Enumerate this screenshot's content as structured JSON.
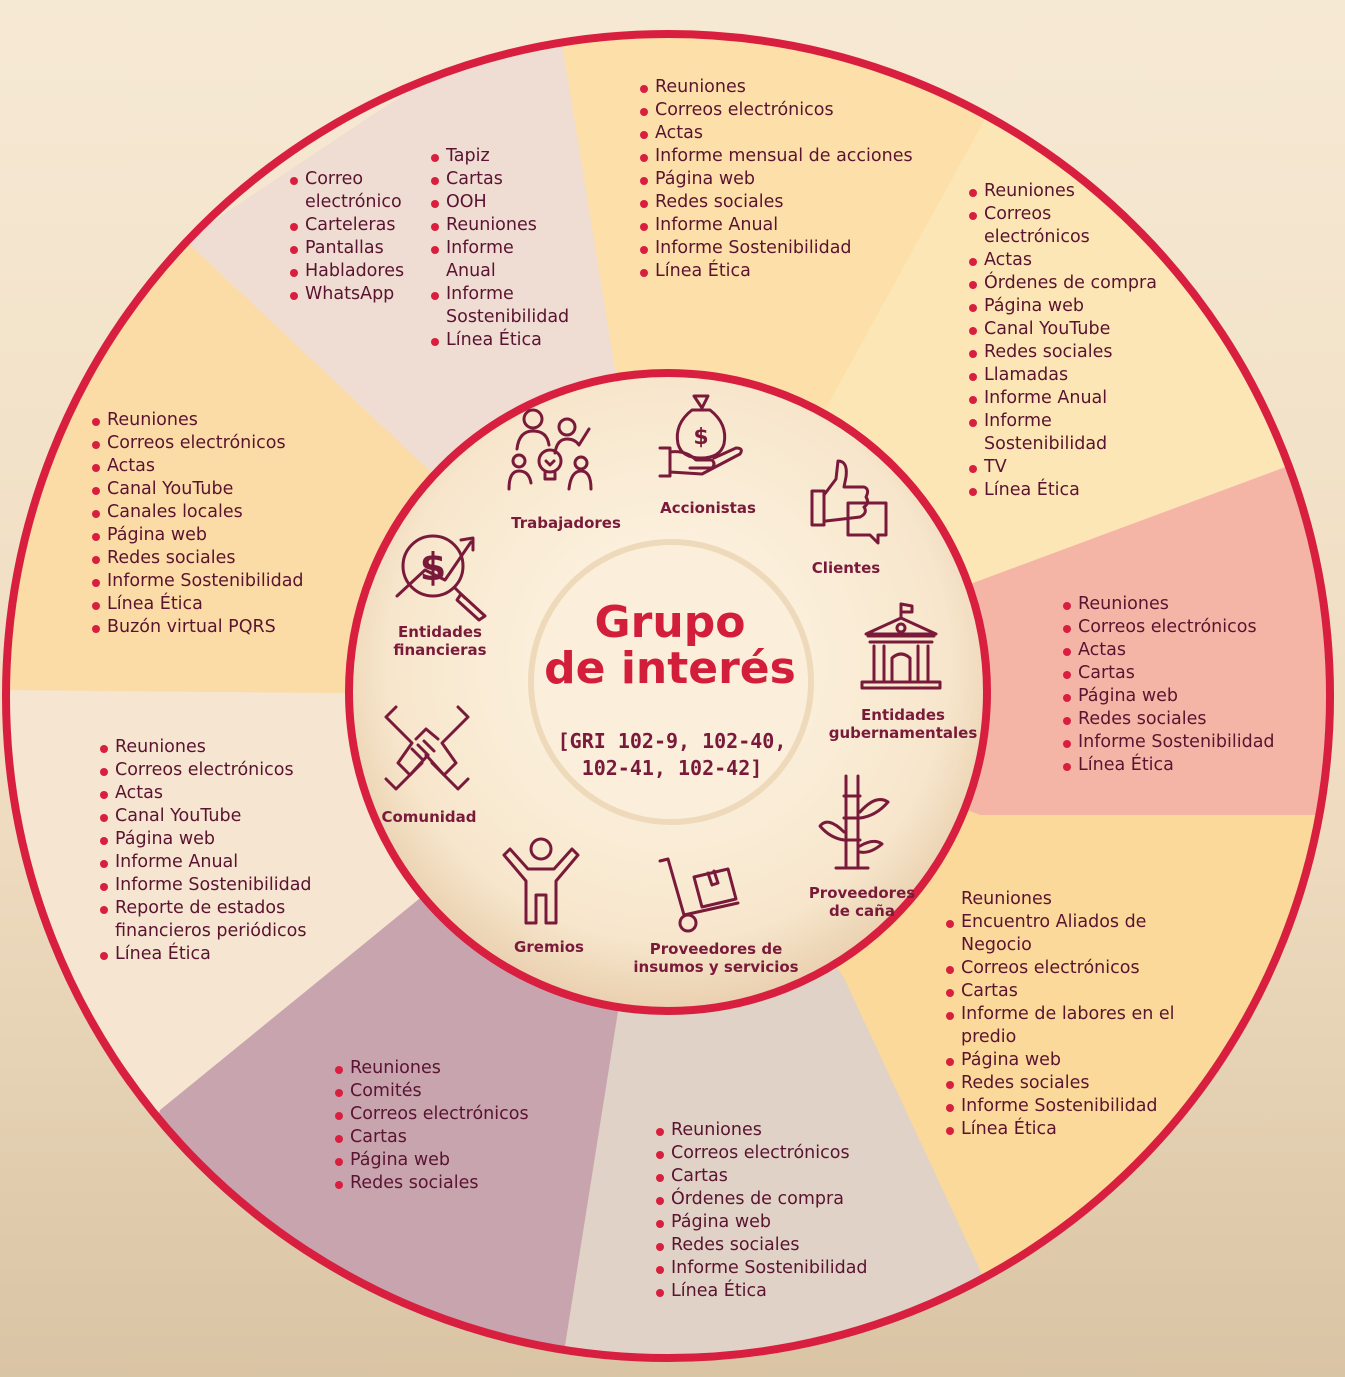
{
  "center": {
    "title_line1": "Grupo",
    "title_line2": "de interés",
    "ref_line1": "[GRI 102-9, 102-40,",
    "ref_line2": "102-41, 102-42]"
  },
  "colors": {
    "ring": "#d81f3f",
    "bullet": "#d81f3f",
    "title": "#d21d3b",
    "label": "#7a1a3a"
  },
  "groups": [
    {
      "label": "Trabajadores",
      "icon": "team-ideas-icon"
    },
    {
      "label": "Accionistas",
      "icon": "money-bag-hand-icon"
    },
    {
      "label": "Clientes",
      "icon": "thumbs-up-icon"
    },
    {
      "label": "Entidades gubernamentales",
      "icon": "government-building-icon"
    },
    {
      "label": "Proveedores de caña",
      "icon": "sugar-cane-icon"
    },
    {
      "label": "Proveedores de insumos y servicios",
      "icon": "hand-truck-icon"
    },
    {
      "label": "Gremios",
      "icon": "person-arms-up-icon"
    },
    {
      "label": "Comunidad",
      "icon": "joined-hands-icon"
    },
    {
      "label": "Entidades financieras",
      "icon": "dollar-magnifier-icon"
    }
  ],
  "channels": {
    "trabajadores_col1": [
      "Correo electrónico",
      "Carteleras",
      "Pantallas",
      "Habladores",
      "WhatsApp"
    ],
    "trabajadores_col2": [
      "Tapiz",
      "Cartas",
      "OOH",
      "Reuniones",
      "Informe Anual",
      "Informe Sostenibilidad",
      "Línea Ética"
    ],
    "accionistas": [
      "Reuniones",
      "Correos electrónicos",
      "Actas",
      "Informe mensual de acciones",
      "Página web",
      "Redes sociales",
      "Informe Anual",
      "Informe Sostenibilidad",
      "Línea Ética"
    ],
    "clientes": [
      "Reuniones",
      "Correos electrónicos",
      "Actas",
      "Órdenes de compra",
      "Página web",
      "Canal YouTube",
      "Redes sociales",
      "Llamadas",
      "Informe Anual",
      "Informe Sostenibilidad",
      "TV",
      "Línea Ética"
    ],
    "gubernamentales": [
      "Reuniones",
      "Correos electrónicos",
      "Actas",
      "Cartas",
      "Página web",
      "Redes sociales",
      "Informe Sostenibilidad",
      "Línea Ética"
    ],
    "proveedores_cana": [
      "Reuniones",
      "Encuentro Aliados de Negocio",
      "Correos electrónicos",
      "Cartas",
      "Informe de labores en el predio",
      "Página web",
      "Redes sociales",
      "Informe Sostenibilidad",
      "Línea Ética"
    ],
    "proveedores_insumos": [
      "Reuniones",
      "Correos electrónicos",
      "Cartas",
      "Órdenes de compra",
      "Página web",
      "Redes sociales",
      "Informe Sostenibilidad",
      "Línea Ética"
    ],
    "gremios": [
      "Reuniones",
      "Comités",
      "Correos electrónicos",
      "Cartas",
      "Página web",
      "Redes sociales"
    ],
    "comunidad": [
      "Reuniones",
      "Correos electrónicos",
      "Actas",
      "Canal YouTube",
      "Página web",
      "Informe Anual",
      "Informe Sostenibilidad",
      "Reporte de estados financieros periódicos",
      "Línea Ética"
    ],
    "financieras": [
      "Reuniones",
      "Correos electrónicos",
      "Actas",
      "Canal YouTube",
      "Canales locales",
      "Página web",
      "Redes sociales",
      "Informe Sostenibilidad",
      "Línea Ética",
      "Buzón virtual PQRS"
    ]
  }
}
